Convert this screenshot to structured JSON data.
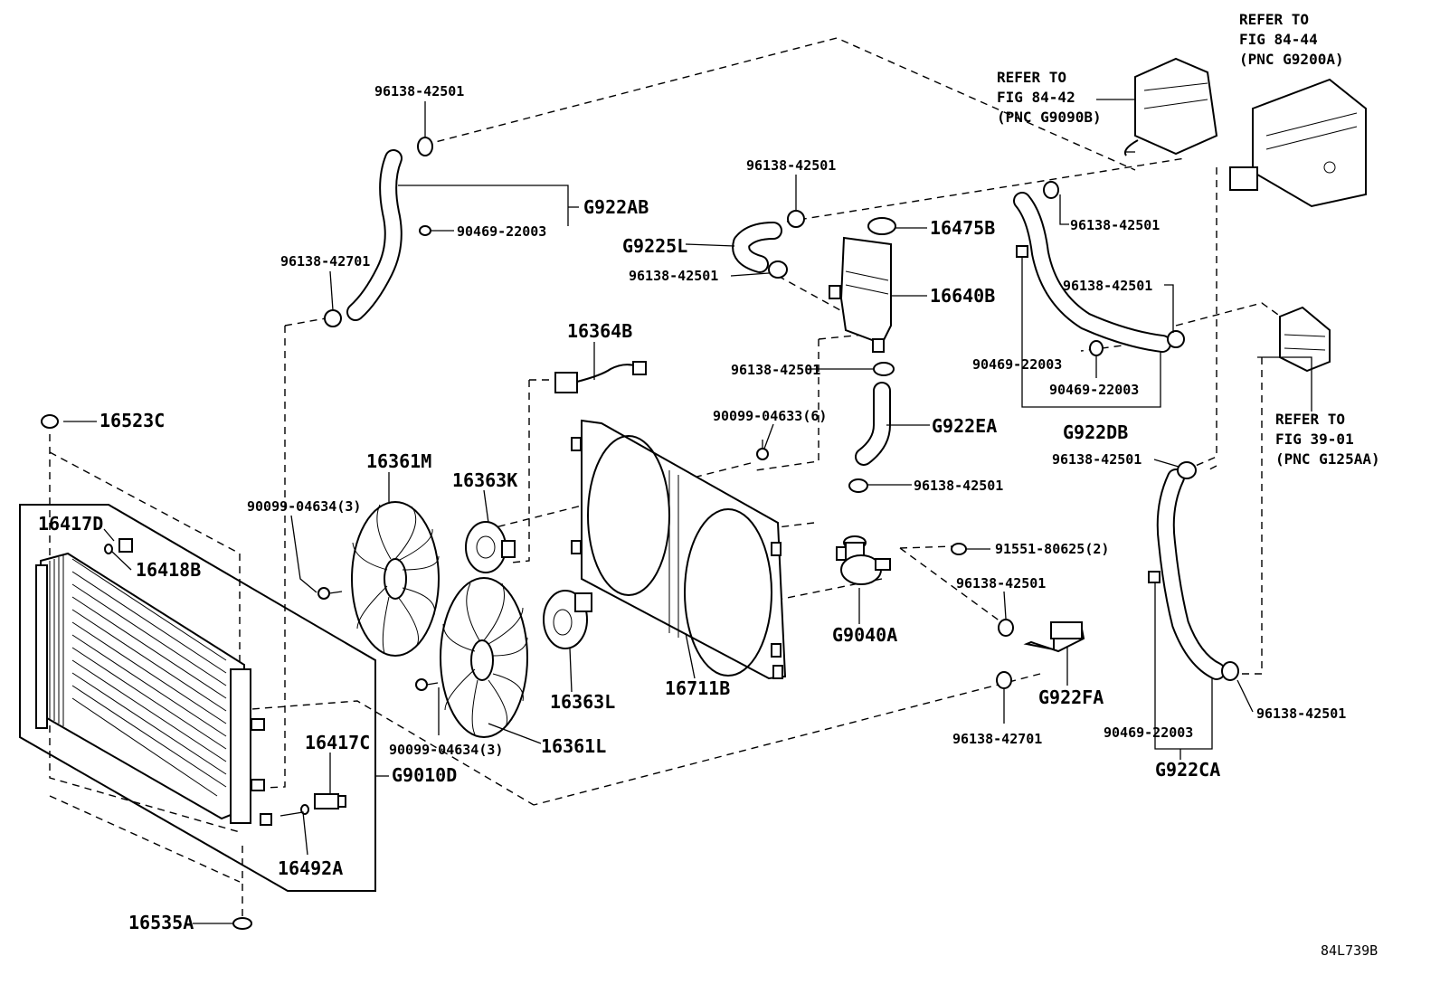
{
  "labels": {
    "p_96138_42501_a": "96138-42501",
    "p_g922ab": "G922AB",
    "p_90469_22003_a": "90469-22003",
    "p_96138_42701_a": "96138-42701",
    "p_96138_42501_b": "96138-42501",
    "p_g9225l": "G9225L",
    "p_96138_42501_c": "96138-42501",
    "p_16475b": "16475B",
    "p_16640b": "16640B",
    "p_96138_42501_d": "96138-42501",
    "p_16364b": "16364B",
    "p_90099_04633": "90099-04633(6)",
    "p_g922ea": "G922EA",
    "p_96138_42501_e": "96138-42501",
    "p_16523c": "16523C",
    "p_16361m": "16361M",
    "p_16363k": "16363K",
    "p_90099_04634_a": "90099-04634(3)",
    "p_16417d": "16417D",
    "p_16418b": "16418B",
    "p_91551_80625": "91551-80625(2)",
    "p_96138_42501_f": "96138-42501",
    "p_g9040a": "G9040A",
    "p_16363l": "16363L",
    "p_16711b": "16711B",
    "p_g922fa": "G922FA",
    "p_96138_42701_b": "96138-42701",
    "p_16417c": "16417C",
    "p_90099_04634_b": "90099-04634(3)",
    "p_16361l": "16361L",
    "p_g9010d": "G9010D",
    "p_16492a": "16492A",
    "p_16535a": "16535A",
    "p_96138_42501_g": "96138-42501",
    "p_96138_42501_h": "96138-42501",
    "p_90469_22003_b": "90469-22003",
    "p_90469_22003_c": "90469-22003",
    "p_g922db": "G922DB",
    "p_96138_42501_i": "96138-42501",
    "p_96138_42501_j": "96138-42501",
    "p_90469_22003_d": "90469-22003",
    "p_g922ca": "G922CA"
  },
  "references": {
    "ref1": [
      "REFER TO",
      "FIG 84-44",
      "(PNC G9200A)"
    ],
    "ref2": [
      "REFER TO",
      "FIG 84-42",
      "(PNC G9090B)"
    ],
    "ref3": [
      "REFER TO",
      "FIG 39-01",
      "(PNC G125AA)"
    ]
  },
  "figure_id": "84L739B"
}
